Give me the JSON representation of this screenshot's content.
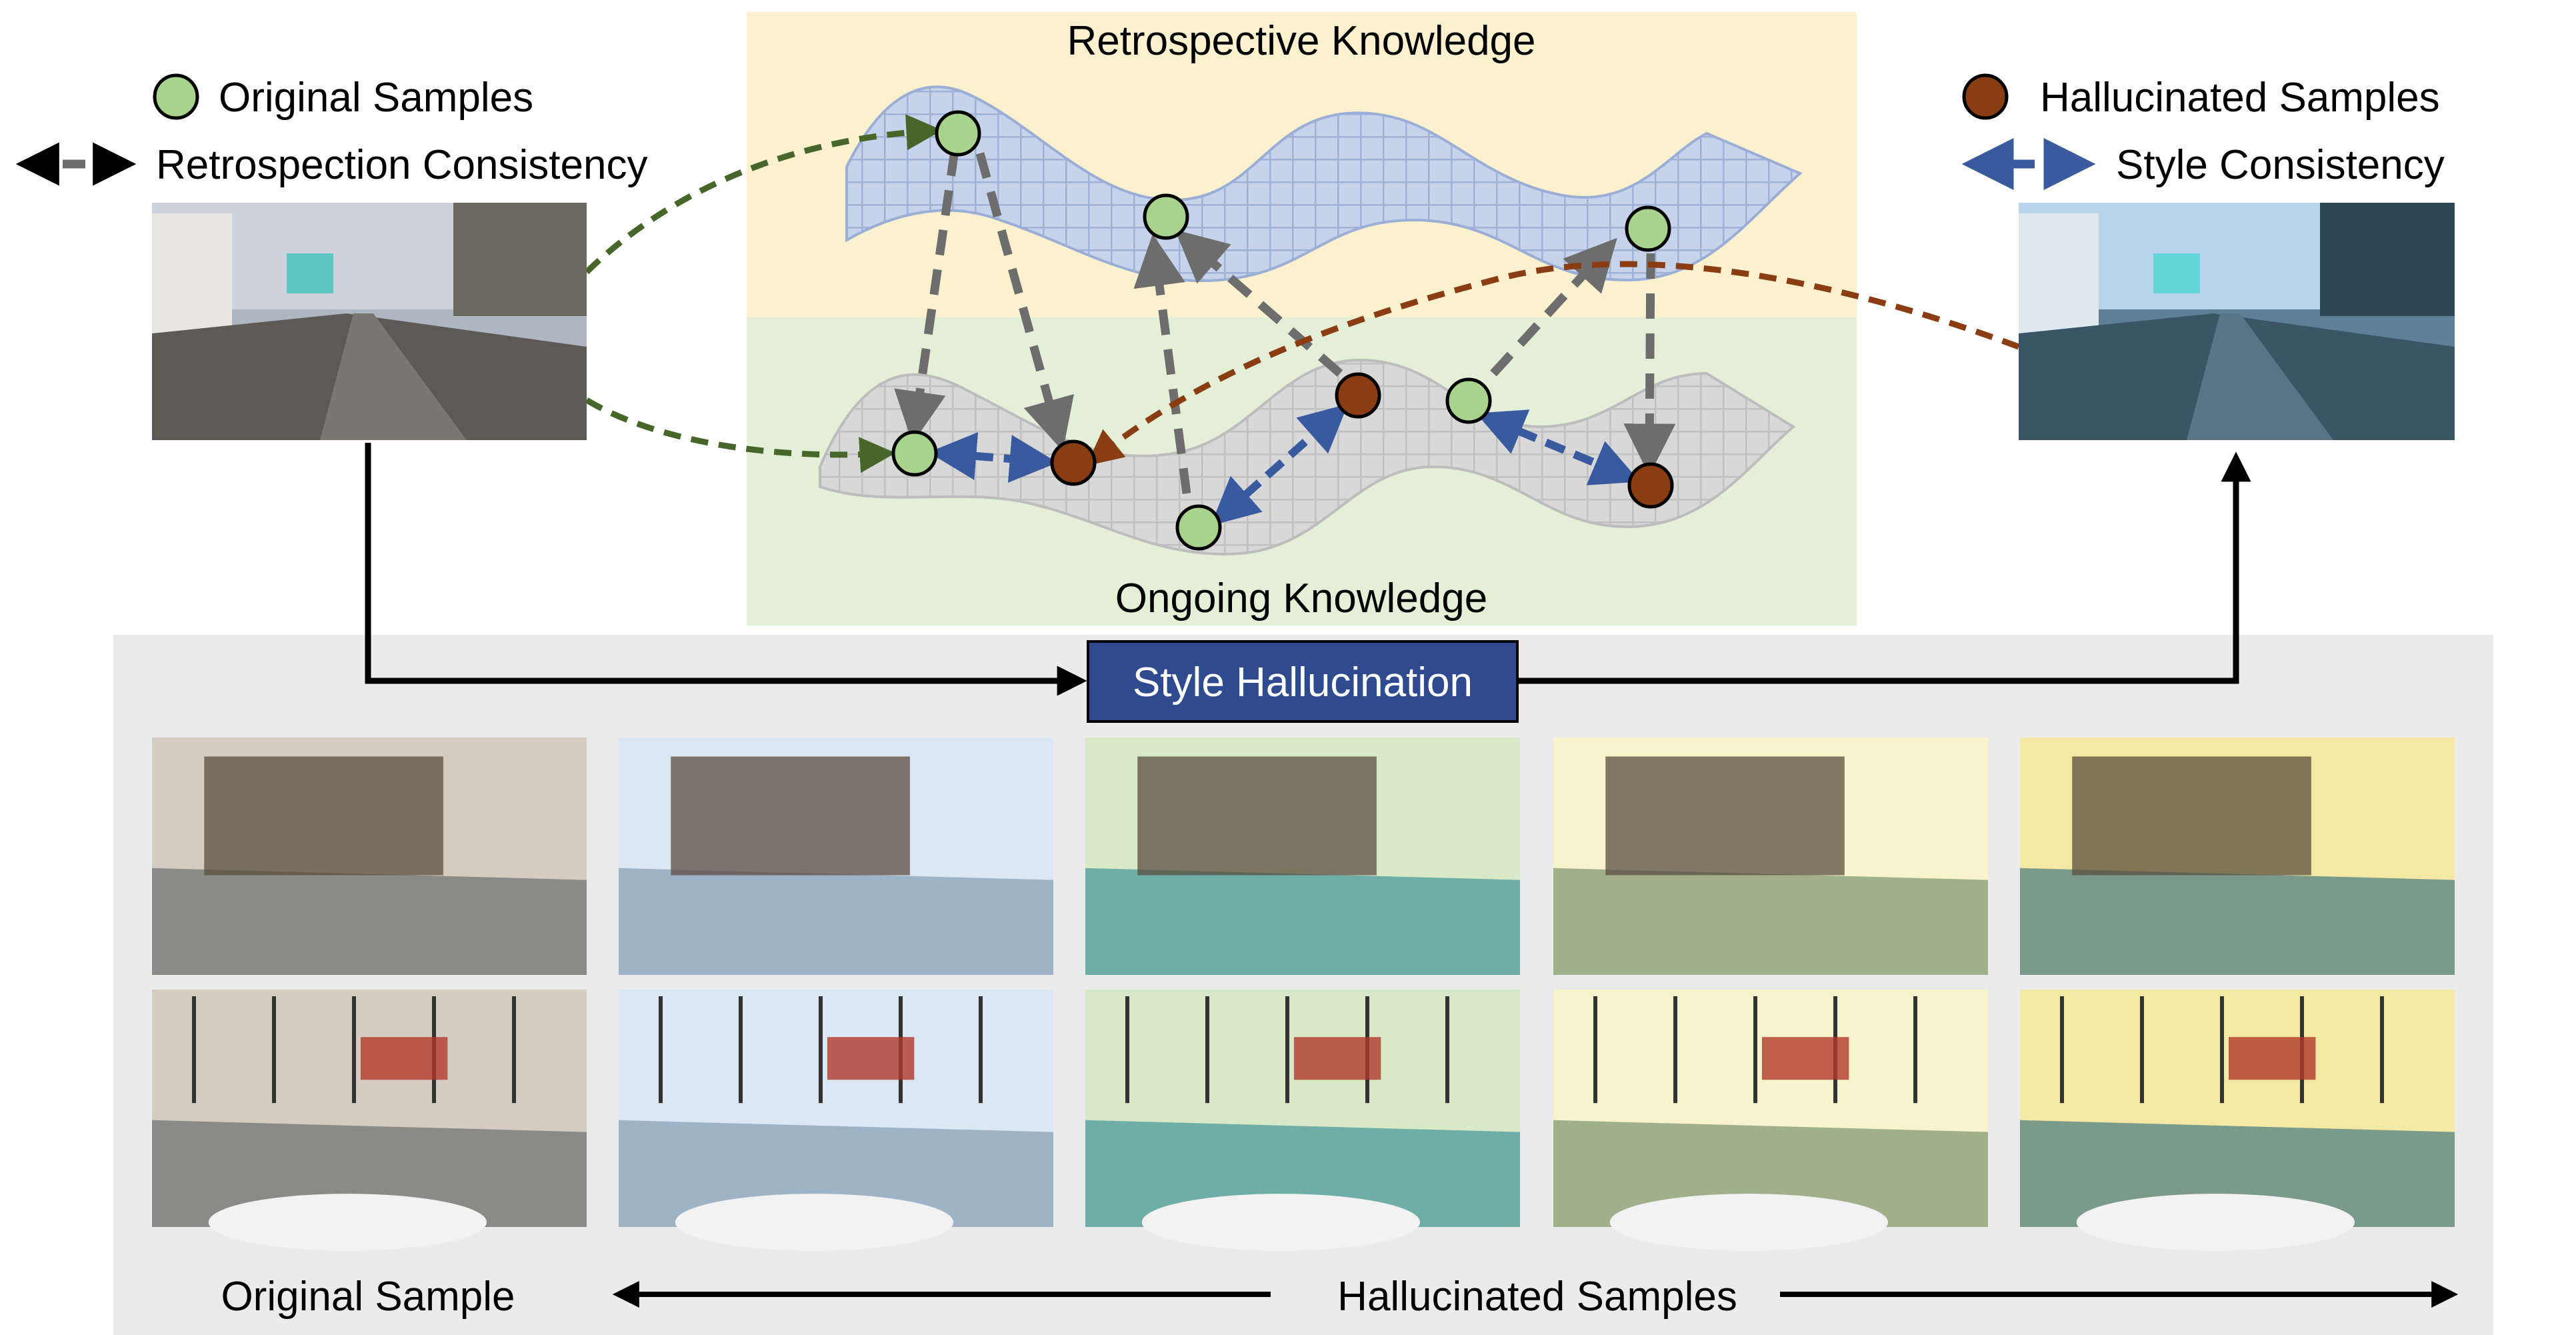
{
  "legend": {
    "original_samples": "Original Samples",
    "retrospection_consistency": "Retrospection Consistency",
    "hallucinated_samples": "Hallucinated Samples",
    "style_consistency": "Style Consistency"
  },
  "knowledge": {
    "retrospective": "Retrospective Knowledge",
    "ongoing": "Ongoing Knowledge"
  },
  "style_hallucination": "Style Hallucination",
  "bottom": {
    "original_sample": "Original Sample",
    "hallucinated_samples": "Hallucinated Samples"
  },
  "colors": {
    "retrospective_bg": "#fbf1cf",
    "ongoing_bg": "#e3efd6",
    "panel_bg": "#ebebeb",
    "original_dot": "#a9d38c",
    "hallucinated_dot": "#8a3d12",
    "gray_arrow": "#6d6d6d",
    "blue_arrow": "#3a5aa0",
    "green_curve": "#47662a",
    "brown_curve": "#8a3d12",
    "style_box": "#2f4a8e"
  },
  "image_tints": [
    {
      "name": "original",
      "sky": "#d4ccc0",
      "ground": "#8a8a88"
    },
    {
      "name": "blue",
      "sky": "#dbe7f3",
      "ground": "#9fb3c7"
    },
    {
      "name": "teal",
      "sky": "#d7e9c7",
      "ground": "#6eaea6"
    },
    {
      "name": "yellow-green",
      "sky": "#f6f3cd",
      "ground": "#9fb08a"
    },
    {
      "name": "warm-yellow",
      "sky": "#f3e9a5",
      "ground": "#7a9a8a"
    }
  ]
}
